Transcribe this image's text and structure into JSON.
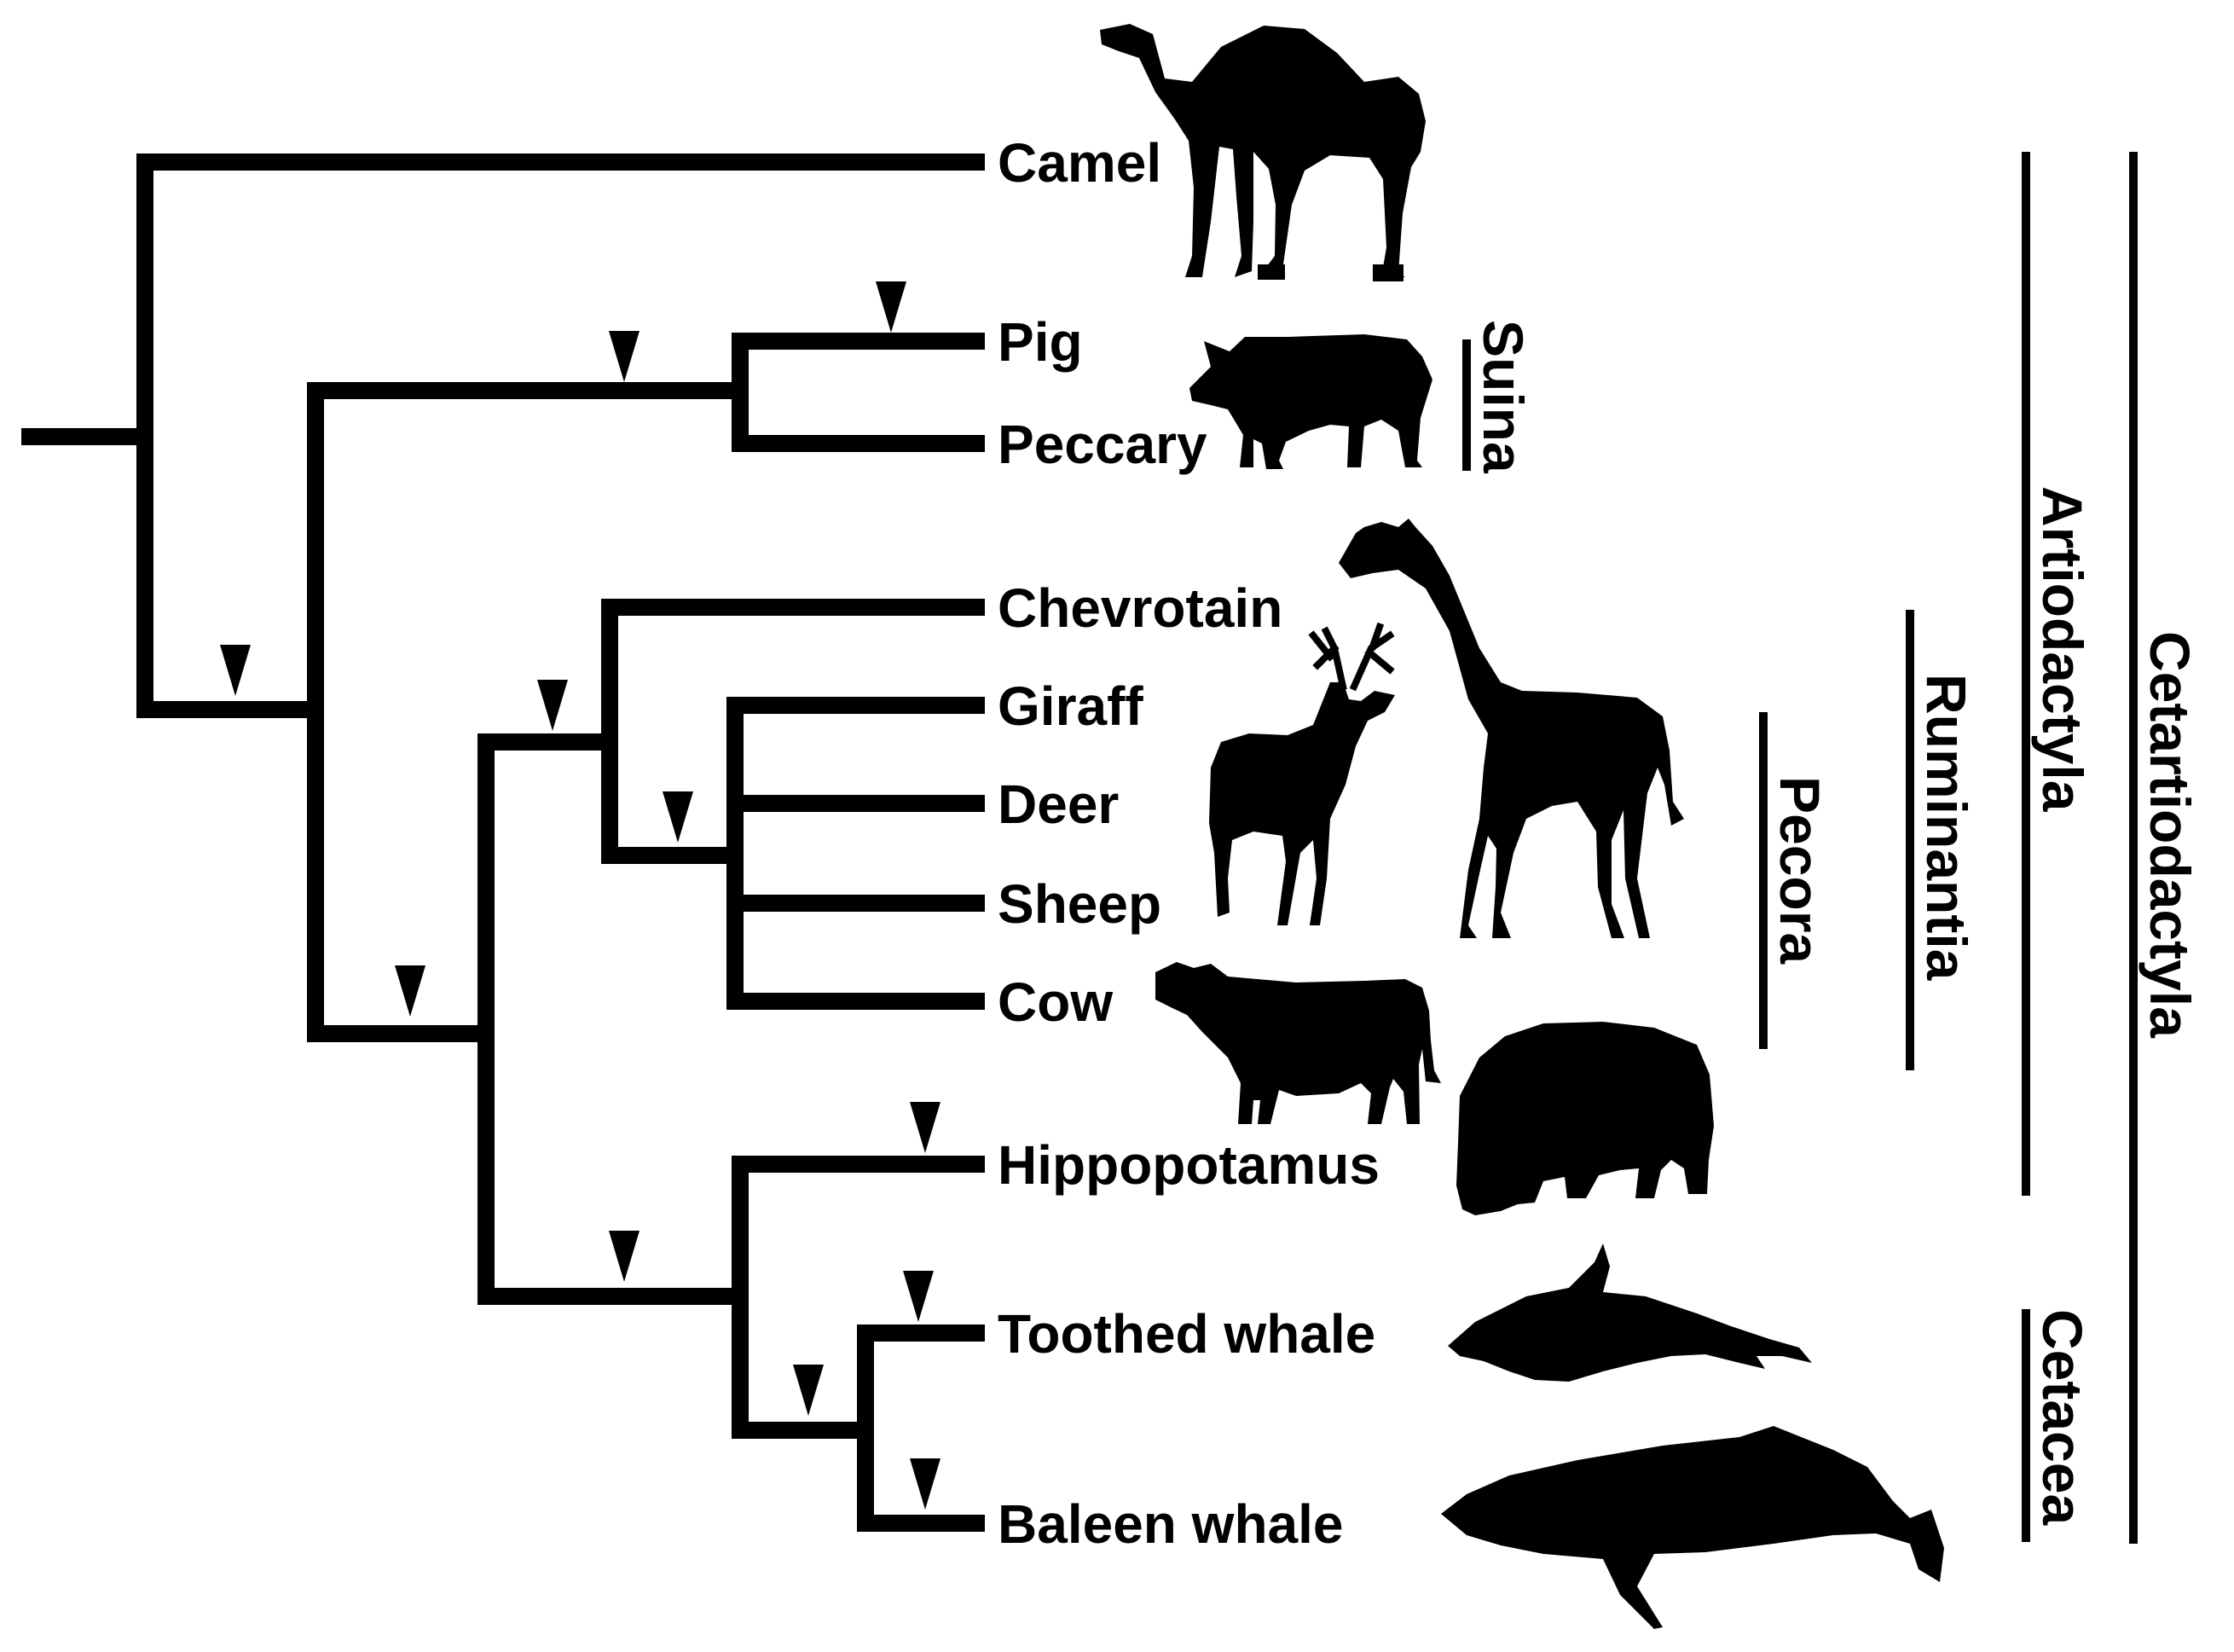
{
  "taxa": {
    "camel": "Camel",
    "pig": "Pig",
    "peccary": "Peccary",
    "chevrotain": "Chevrotain",
    "giraff": "Giraff",
    "deer": "Deer",
    "sheep": "Sheep",
    "cow": "Cow",
    "hippopotamus": "Hippopotamus",
    "toothed_whale": "Toothed whale",
    "baleen_whale": "Baleen whale"
  },
  "clades": {
    "suina": "Suina",
    "pecora": "Pecora",
    "ruminantia": "Ruminantia",
    "artiodactyla": "Artiodactyla",
    "cetacea": "Cetacea",
    "cetartiodactyla": "Cetartiodactyla"
  },
  "silhouettes": [
    "camel",
    "pig",
    "giraffe",
    "deer",
    "cow",
    "hippopotamus",
    "dolphin",
    "humpback-whale"
  ],
  "colors": {
    "line": "#000000",
    "background": "#ffffff"
  }
}
